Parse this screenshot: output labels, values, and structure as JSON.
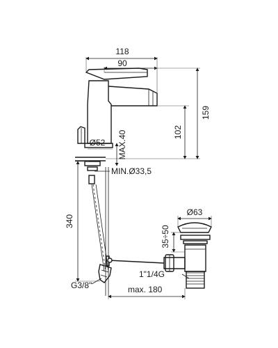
{
  "dimensions": {
    "overall_length": "118",
    "spout_length": "90",
    "total_height": "159",
    "spout_height": "102",
    "base_diameter": "Ø52",
    "max_deck_thickness": "MAX.40",
    "min_hole_diameter": "MIN.Ø33,5",
    "hose_length": "340",
    "hose_connection": "G3/8\"",
    "waste_diameter": "Ø63",
    "waste_height_range": "35÷50",
    "waste_thread": "1\"1/4G",
    "rod_max_length": "max. 180"
  }
}
